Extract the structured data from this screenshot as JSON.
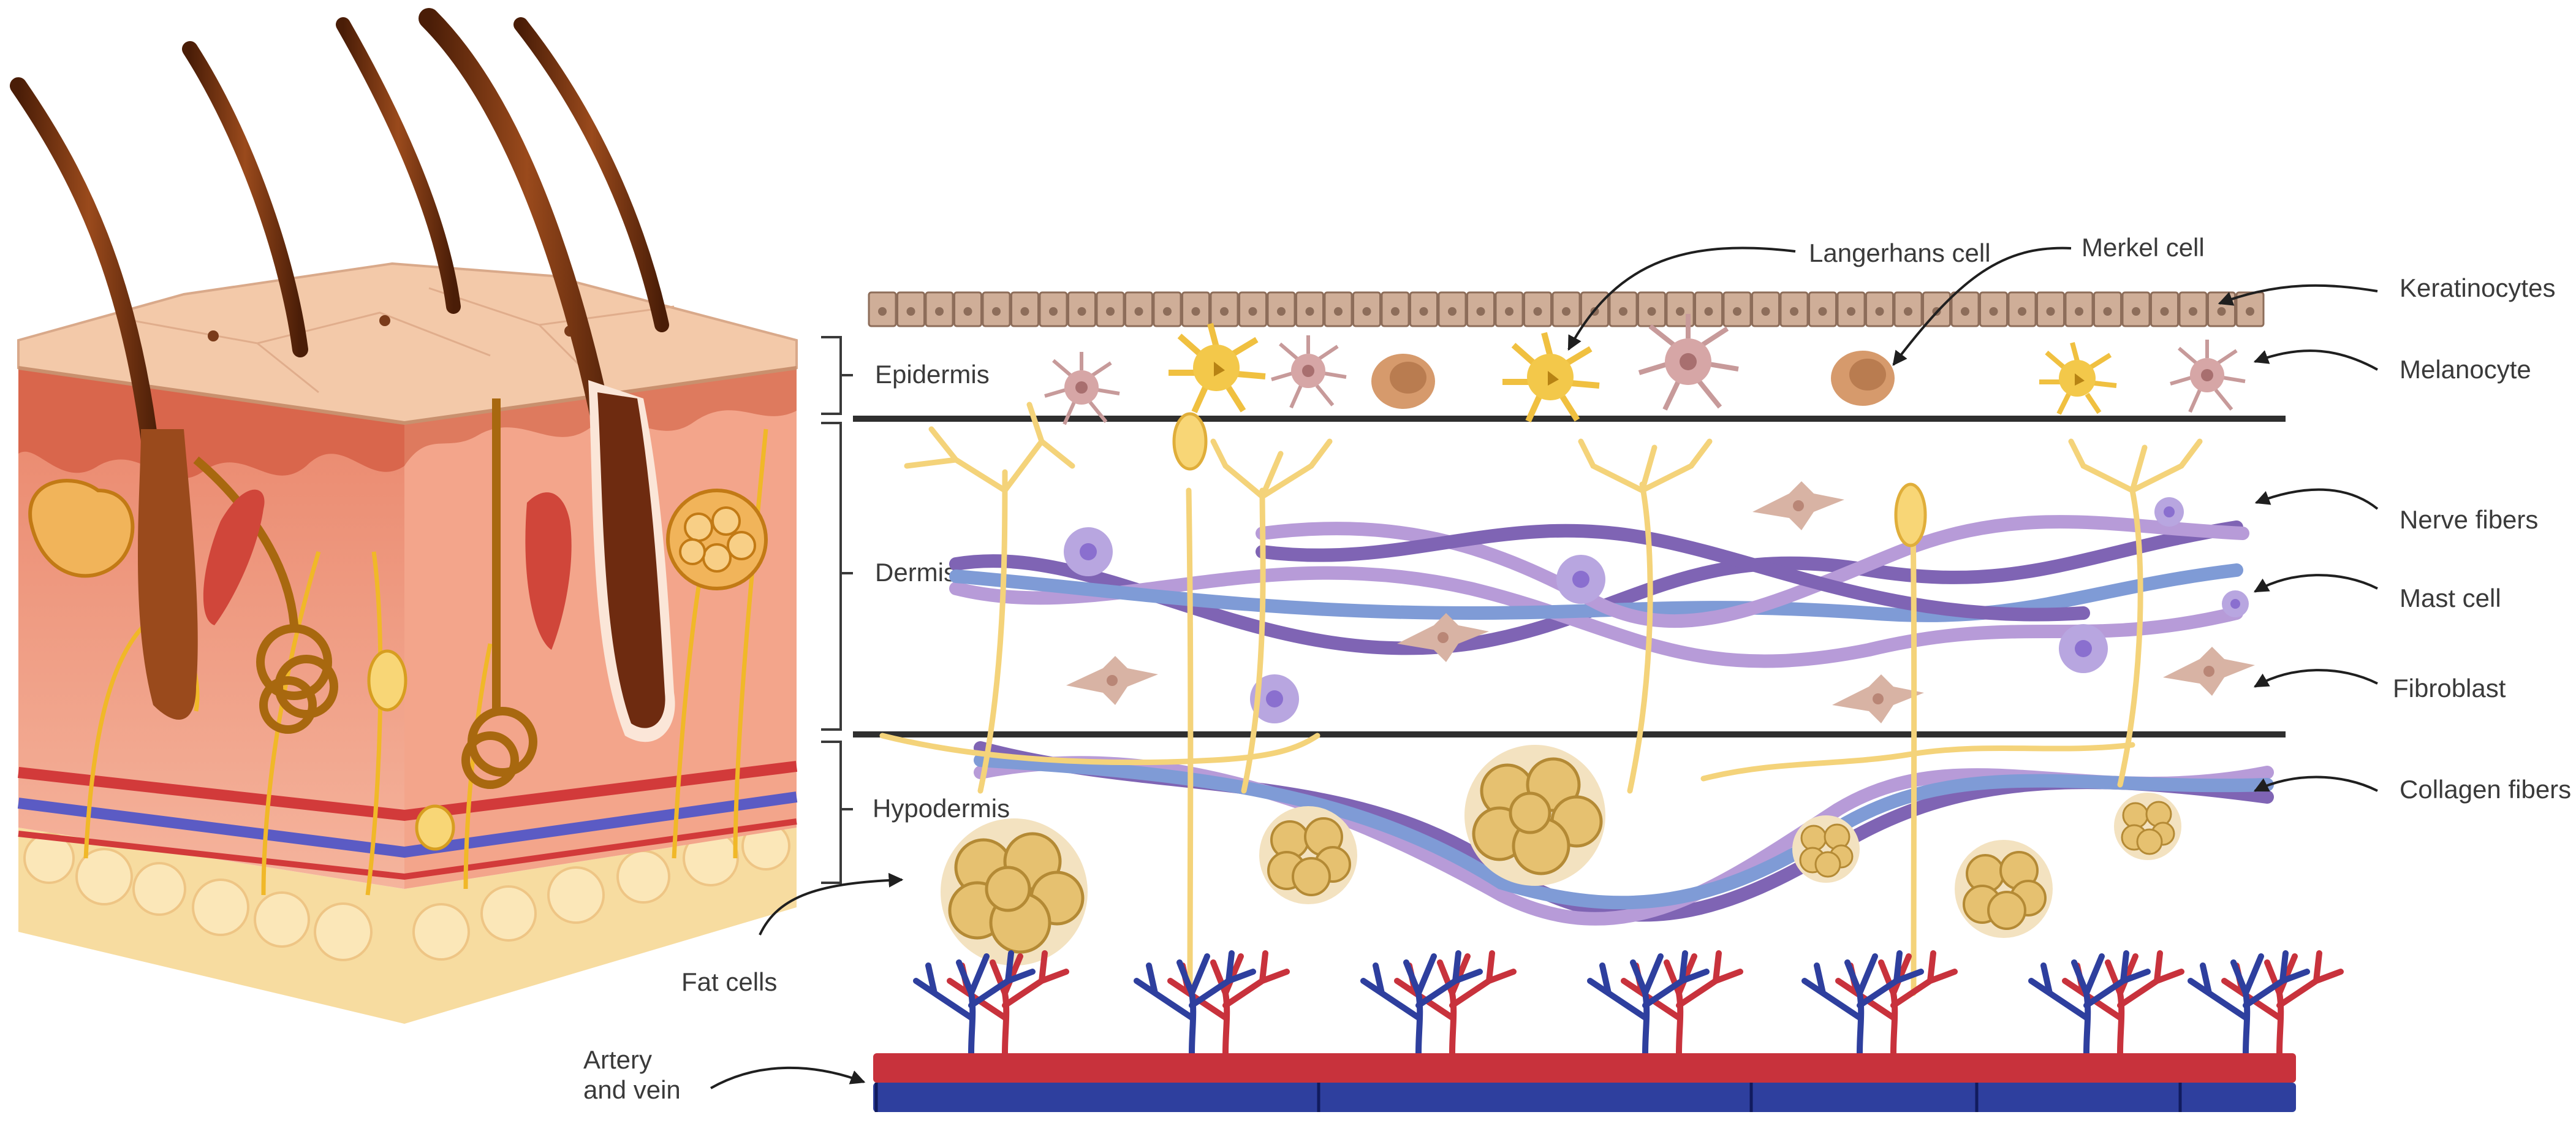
{
  "layers": {
    "epidermis": "Epidermis",
    "dermis": "Dermis",
    "hypodermis": "Hypodermis"
  },
  "labels": {
    "langerhans": "Langerhans cell",
    "merkel": "Merkel cell",
    "keratinocytes": "Keratinocytes",
    "melanocyte": "Melanocyte",
    "nerve_fibers": "Nerve fibers",
    "mast_cell": "Mast cell",
    "fibroblast": "Fibroblast",
    "collagen_fibers": "Collagen fibers",
    "fat_cells": "Fat cells",
    "artery_line1": "Artery",
    "artery_line2": "and vein"
  },
  "colors": {
    "artery": "#c8323c",
    "vein": "#2e3f9e",
    "collagen_dark": "#7f64b4",
    "collagen_light": "#b79bd8",
    "collagen_blue": "#7f9bd6",
    "nerve": "#f4d37a",
    "keratinocyte": "#cfae98",
    "fat": "#e6c170",
    "skin_surface": "#f2c6a6",
    "hair": "#6b2f12"
  }
}
